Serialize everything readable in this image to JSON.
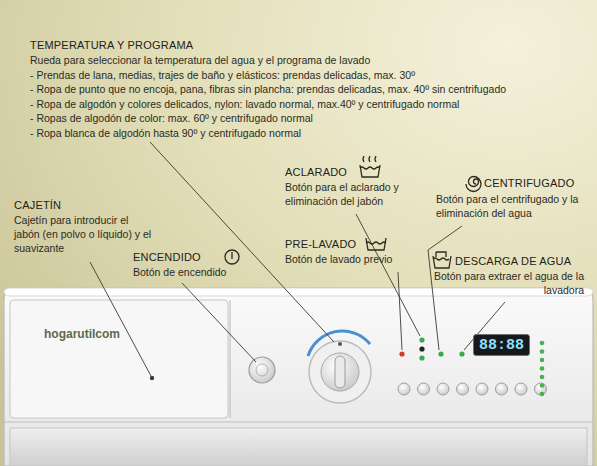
{
  "diagram": {
    "nodes": [
      {
        "text": [
          "hogarutilcom"
        ]
      },
      {
        "text": [
          "88:88"
        ],
        "in": 0
      }
    ],
    "labels": [
      "TEMPERATURA Y PROGRAMA",
      "Rueda para seleccionar la temperatura del agua y el programa de lavado",
      "- Prendas de lana, medias, trajes de baño y elásticos: prendas delicadas, max. 30º",
      "- Ropa de punto que no encoja, pana, fibras sin plancha: prendas delicadas, max. 40º sin centrifugado",
      "- Ropa de algodón y colores delicados, nylon: lavado normal, max.40º y centrifugado normal",
      "- Ropas de algodón de color: max. 60º y centrifugado normal",
      "- Ropa blanca de algodón hasta 90º y centrifugado normal",
      "CAJETÍN",
      "Cajetín para introducir el jabón (en polvo o líquido) y el suavizante",
      "ENCENDIDO",
      "Botón de encendido",
      "ACLARADO",
      "Botón para el aclarado y eliminación del jabón",
      "PRE-LAVADO",
      "Botón de lavado previo",
      "CENTRIFUGADO",
      "Botón para el centrifugado y la eliminación del agua",
      "DESCARGA DE AGUA",
      "Botón para extraer el agua de la lavadora"
    ]
  }
}
